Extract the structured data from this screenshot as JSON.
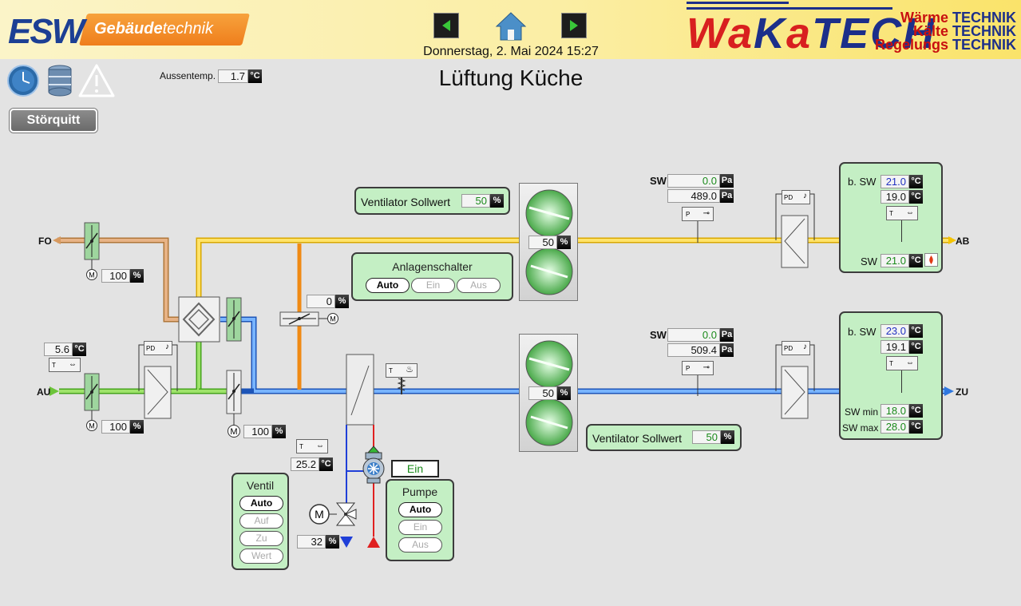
{
  "header": {
    "logo_left_main": "ESW",
    "logo_left_sub_bold": "Gebäude",
    "logo_left_sub": "technik",
    "datetime": "Donnerstag, 2. Mai 2024 15:27",
    "logo_right_main_1": "Wa",
    "logo_right_main_2": "K",
    "logo_right_main_3": "a",
    "logo_right_main_4": "TECH",
    "logo_right_lines": [
      {
        "a": "Wärme",
        "b": "TECHNIK"
      },
      {
        "a": "Kälte",
        "b": "TECHNIK"
      },
      {
        "a": "Regelungs",
        "b": "TECHNIK"
      }
    ],
    "nav_back_icon": "triangle-left-icon",
    "nav_home_icon": "home-icon",
    "nav_forward_icon": "triangle-right-icon"
  },
  "page_title": "Lüftung Küche",
  "toolbar": {
    "clock_icon": "clock-icon",
    "database_icon": "database-icon",
    "warning_icon": "warning-icon",
    "stoerquitt_label": "Störquitt"
  },
  "outside_temp": {
    "label": "Aussentemp.",
    "value": "1.7",
    "unit": "°C"
  },
  "units": {
    "percent": "%",
    "celsius": "°C",
    "pascal": "Pa"
  },
  "pipes": {
    "fo": "FO",
    "au": "AU",
    "ab": "AB",
    "zu": "ZU"
  },
  "dampers": {
    "fo_position": "100",
    "au_position": "100",
    "bypass_position": "100",
    "mix_position": "0"
  },
  "au_temp": "5.6",
  "exhaust_fan": {
    "setpoint_label": "Ventilator Sollwert",
    "setpoint": "50",
    "speed": "50",
    "pressure_sw_label": "SW",
    "pressure_sw": "0.0",
    "pressure": "489.0"
  },
  "supply_fan": {
    "setpoint_label": "Ventilator Sollwert",
    "setpoint": "50",
    "speed": "50",
    "pressure_sw_label": "SW",
    "pressure_sw": "0.0",
    "pressure": "509.4"
  },
  "anlagenschalter": {
    "title": "Anlagenschalter",
    "options": [
      "Auto",
      "Ein",
      "Aus"
    ],
    "selected": "Auto"
  },
  "exhaust_panel": {
    "b_sw_label": "b. SW",
    "b_sw": "21.0",
    "actual": "19.0",
    "sw_label": "SW",
    "sw": "21.0"
  },
  "supply_panel": {
    "b_sw_label": "b. SW",
    "b_sw": "23.0",
    "actual": "19.1",
    "sw_min_label": "SW min",
    "sw_min": "18.0",
    "sw_max_label": "SW max",
    "sw_max": "28.0"
  },
  "heater": {
    "return_temp": "25.2",
    "valve_position": "32",
    "pump_status": "Ein"
  },
  "ventil_panel": {
    "title": "Ventil",
    "options": [
      "Auto",
      "Auf",
      "Zu",
      "Wert"
    ],
    "selected": "Auto"
  },
  "pumpe_panel": {
    "title": "Pumpe",
    "options": [
      "Auto",
      "Ein",
      "Aus"
    ],
    "selected": "Auto"
  },
  "sensor_labels": {
    "t": "T",
    "pd": "PD",
    "p": "P",
    "m": "M"
  },
  "colors": {
    "exhaust": "#f5c400",
    "supply": "#2f78e0",
    "outdoor": "#6cc43a",
    "fortluft": "#d79a60",
    "mix": "#f08a14",
    "panel": "#c4efc4"
  }
}
